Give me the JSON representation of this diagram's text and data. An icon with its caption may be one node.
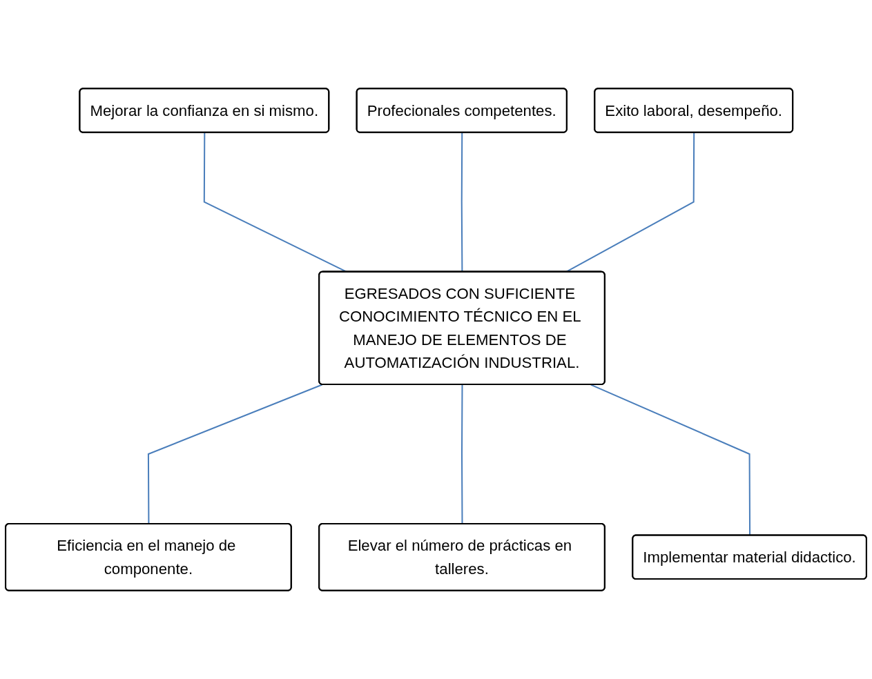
{
  "diagram": {
    "nodes": [
      {
        "text": [
          "Mejorar la confianza en si mismo."
        ]
      },
      {
        "text": [
          "Profecionales competentes."
        ]
      },
      {
        "text": [
          "Exito laboral, desempeño."
        ]
      },
      {
        "text": [
          "EGRESADOS CON SUFICIENTE CONOCIMIENTO TÉCNICO EN EL MANEJO DE ELEMENTOS DE AUTOMATIZACIÓN INDUSTRIAL."
        ]
      },
      {
        "text": [
          "Eficiencia en el manejo de componente."
        ]
      },
      {
        "text": [
          "Elevar el número de prácticas en talleres."
        ]
      },
      {
        "text": [
          "Implementar material didactico."
        ]
      }
    ],
    "edges": [
      {
        "from": 0,
        "to": 3,
        "arrow": "none"
      },
      {
        "from": 1,
        "to": 3,
        "arrow": "none"
      },
      {
        "from": 2,
        "to": 3,
        "arrow": "none"
      },
      {
        "from": 3,
        "to": 4,
        "arrow": "none"
      },
      {
        "from": 3,
        "to": 5,
        "arrow": "none"
      },
      {
        "from": 3,
        "to": 6,
        "arrow": "none"
      }
    ]
  }
}
